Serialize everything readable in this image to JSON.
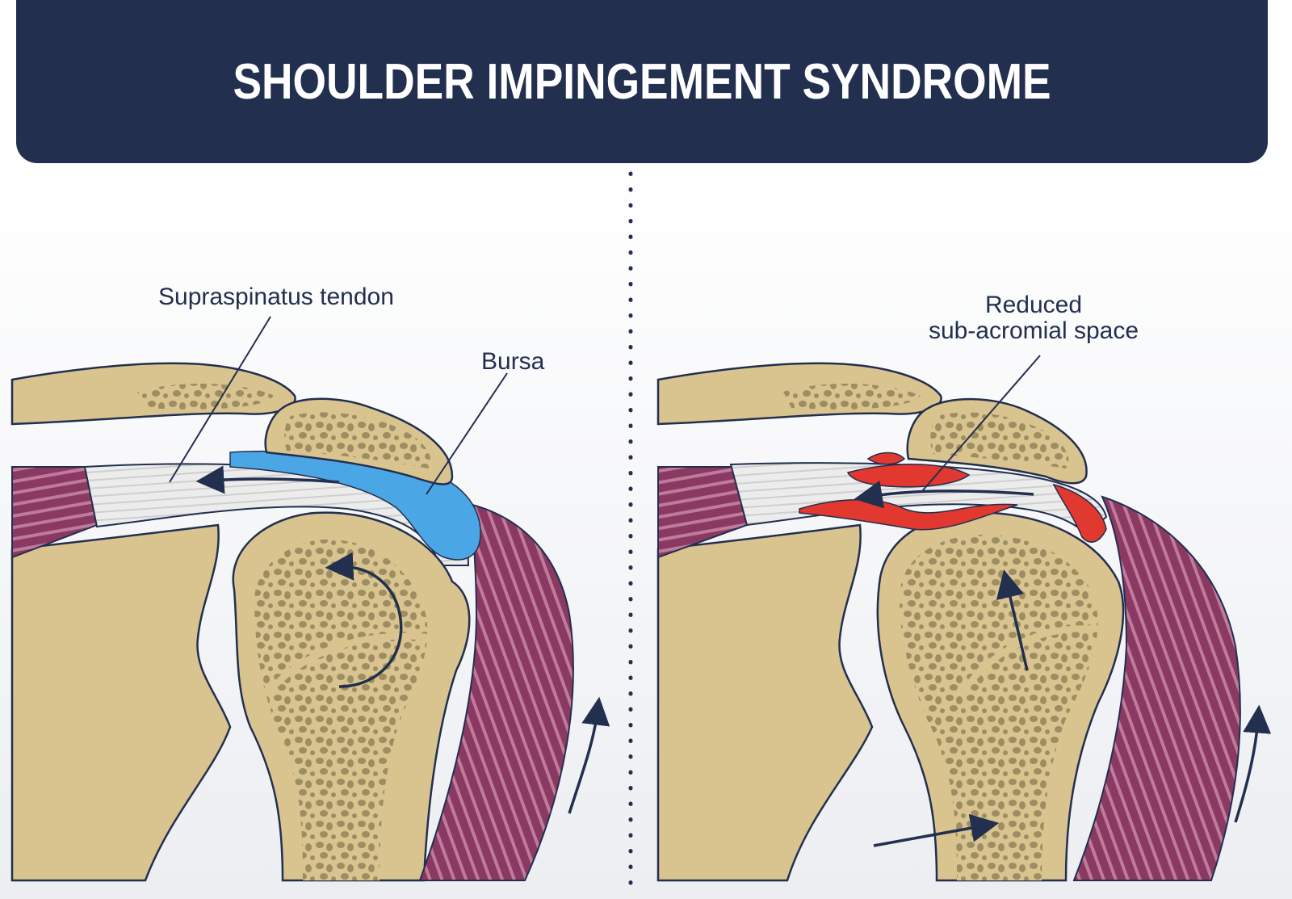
{
  "title": "SHOULDER IMPINGEMENT SYNDROME",
  "labels": {
    "supraspinatus": "Supraspinatus tendon",
    "bursa": "Bursa",
    "reduced_line1": "Reduced",
    "reduced_line2": "sub-acromial space"
  },
  "colors": {
    "navy": "#222f4f",
    "bone": "#d9c48f",
    "bone_dark": "#9d8d62",
    "muscle": "#8a3a62",
    "muscle_light": "#c07a9a",
    "tendon": "#e4e4e4",
    "bursa": "#4aa6e4",
    "inflamed": "#e1382f"
  }
}
